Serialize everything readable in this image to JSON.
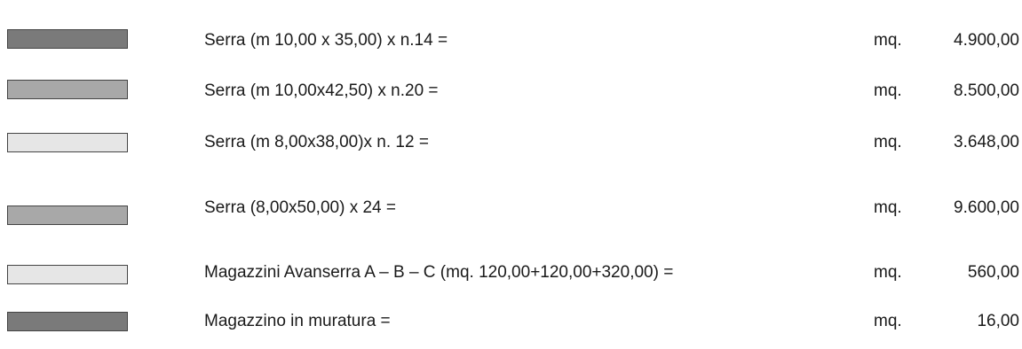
{
  "legend": {
    "rows": [
      {
        "swatch_color": "#7a7a7a",
        "description": "Serra (m 10,00 x 35,00) x n.14 =",
        "unit": "mq.",
        "amount": "4.900,00"
      },
      {
        "swatch_color": "#a8a8a8",
        "description": "Serra (m 10,00x42,50) x n.20 =",
        "unit": "mq.",
        "amount": "8.500,00"
      },
      {
        "swatch_color": "#e6e6e6",
        "description": "Serra (m 8,00x38,00)x n. 12 =",
        "unit": "mq.",
        "amount": "3.648,00"
      },
      {
        "swatch_color": "#a8a8a8",
        "description": "Serra (8,00x50,00) x 24 =",
        "unit": "mq.",
        "amount": "9.600,00"
      },
      {
        "swatch_color": "#e6e6e6",
        "description": "Magazzini Avanserra  A – B – C (mq. 120,00+120,00+320,00) =",
        "unit": "mq.",
        "amount": "560,00"
      },
      {
        "swatch_color": "#7a7a7a",
        "description": "Magazzino in muratura =",
        "unit": "mq.",
        "amount": "16,00"
      }
    ]
  }
}
